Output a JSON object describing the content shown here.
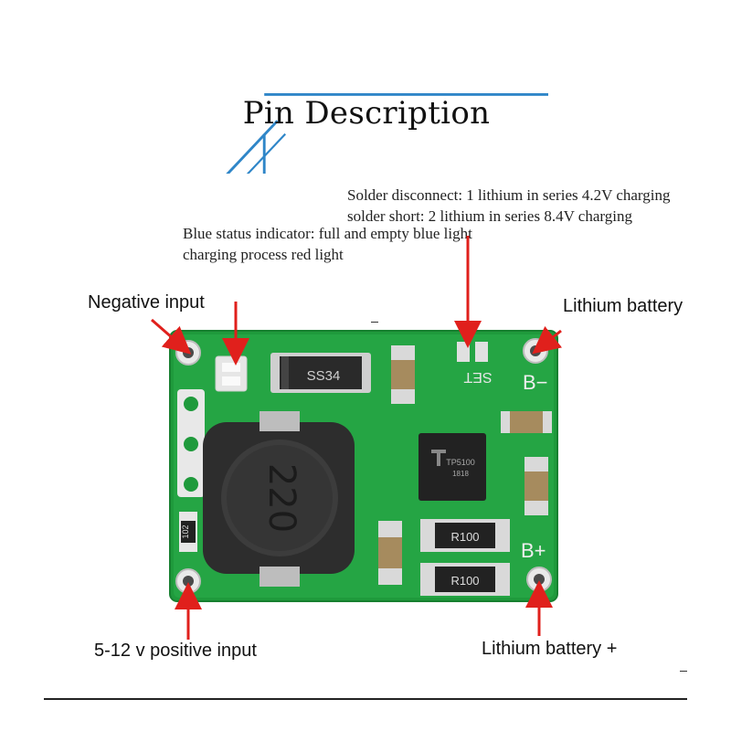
{
  "title": "Pin Description",
  "notes": {
    "solder_jumper": [
      "Solder disconnect: 1 lithium in series 4.2V charging",
      "solder short: 2 lithium in series 8.4V charging"
    ],
    "status_led": [
      "Blue status indicator: full and empty blue light",
      "charging process red light"
    ]
  },
  "callouts": {
    "negative_input": "Negative input",
    "lithium_battery_neg": "Lithium battery",
    "positive_input": "5-12 v positive input",
    "lithium_battery_pos": "Lithium battery +"
  },
  "board": {
    "diode_label": "SS34",
    "inductor_label": "220",
    "ic_label_1": "TP5100",
    "ic_label_2": "1818",
    "resistor_1": "R100",
    "resistor_2": "R100",
    "small_resistor": "102",
    "jumper_label": "SET",
    "pad_b_minus": "B−",
    "pad_b_plus": "B+"
  },
  "colors": {
    "pcb_green": "#1f9a3c",
    "arrow_red": "#e0201c",
    "frame_blue": "#2f86c8"
  }
}
